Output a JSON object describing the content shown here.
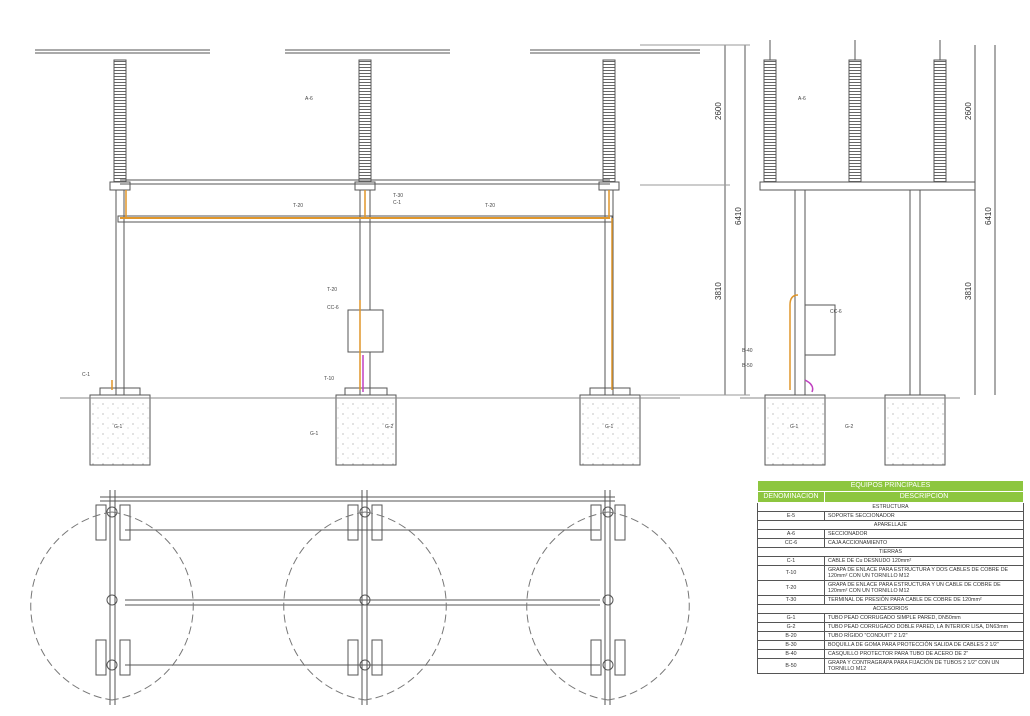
{
  "drawing": {
    "labels": {
      "front_insulator": "A-6",
      "front_t20_left": "T-20",
      "front_t20_right": "T-20",
      "front_t30": "T-30",
      "front_c1": "C-1",
      "front_t20_lower": "T-20",
      "front_cc6": "CC-6",
      "front_t10": "T-10",
      "front_c1_left": "C-1",
      "front_g1_left": "G-1",
      "front_g1_mid": "G-1",
      "front_g2_mid": "G-2",
      "front_g1_right": "G-1",
      "side_insulator": "A-6",
      "side_cc6": "CC-6",
      "side_b40": "B-40",
      "side_b50": "B-50",
      "side_g1": "G-1",
      "side_g2": "G-2"
    },
    "dimensions": {
      "upper": "2600",
      "lower": "3810",
      "total": "6410"
    }
  },
  "table": {
    "title": "EQUIPOS PRINCIPALES",
    "col_code": "DENOMINACION",
    "col_desc": "DESCRIPCION",
    "sections": [
      {
        "name": "ESTRUCTURA",
        "rows": [
          {
            "code": "E-5",
            "desc": "SOPORTE SECCIONADOR"
          }
        ]
      },
      {
        "name": "APARELLAJE",
        "rows": [
          {
            "code": "A-6",
            "desc": "SECCIONADOR"
          },
          {
            "code": "CC-6",
            "desc": "CAJA ACCIONAMIENTO"
          }
        ]
      },
      {
        "name": "TIERRAS",
        "rows": [
          {
            "code": "C-1",
            "desc": "CABLE DE Cu DESNUDO 120mm²"
          },
          {
            "code": "T-10",
            "desc": "GRAPA DE ENLACE PARA ESTRUCTURA Y DOS CABLES DE COBRE DE 120mm² CON UN TORNILLO M12"
          },
          {
            "code": "T-20",
            "desc": "GRAPA DE ENLACE PARA ESTRUCTURA Y UN CABLE DE COBRE DE 120mm² CON UN TORNILLO M12"
          },
          {
            "code": "T-30",
            "desc": "TERMINAL DE PRESIÓN PARA CABLE DE COBRE DE 120mm²"
          }
        ]
      },
      {
        "name": "ACCESORIOS",
        "rows": [
          {
            "code": "G-1",
            "desc": "TUBO PEAD CORRUGADO SIMPLE PARED, DN50mm"
          },
          {
            "code": "G-2",
            "desc": "TUBO PEAD CORRUGADO DOBLE PARED, LA INTERIOR LISA, DN63mm"
          },
          {
            "code": "B-20",
            "desc": "TUBO RÍGIDO \"CONDUIT\" 2 1/2\""
          },
          {
            "code": "B-30",
            "desc": "BOQUILLA DE GOMA PARA PROTECCIÓN SALIDA DE CABLES 2 1/2\""
          },
          {
            "code": "B-40",
            "desc": "CASQUILLO PROTECTOR PARA TUBO DE ACERO DE 2\""
          },
          {
            "code": "B-50",
            "desc": "GRAPA Y CONTRAGRAPA PARA FIJACIÓN DE TUBOS 2 1/2\" CON UN TORNILLO M12"
          }
        ]
      }
    ]
  },
  "colors": {
    "header": "#8dc63f",
    "earth_cable": "#e0962a",
    "tube": "#c040c0"
  }
}
